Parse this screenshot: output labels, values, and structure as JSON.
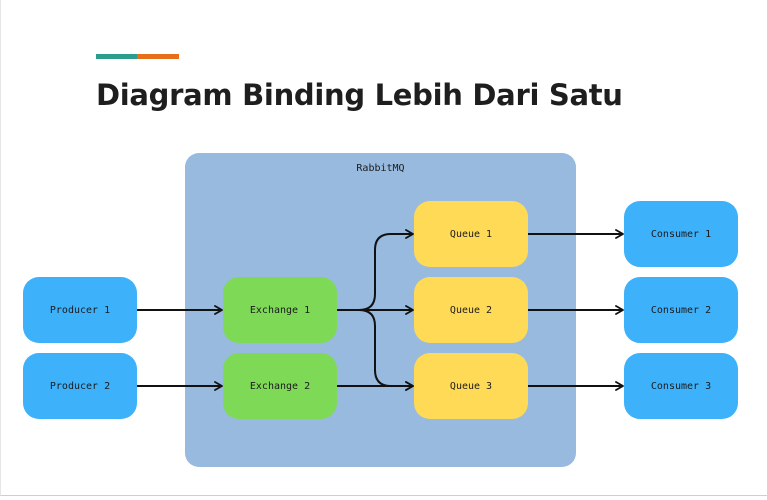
{
  "title": "Diagram Binding Lebih Dari Satu",
  "colors": {
    "accent_teal": "#2a9d8f",
    "accent_orange": "#e76f1c",
    "container": "#98bade",
    "producer_consumer": "#3db2fb",
    "exchange": "#7ed957",
    "queue": "#ffda57"
  },
  "container_label": "RabbitMQ",
  "producers": [
    "Producer 1",
    "Producer 2"
  ],
  "exchanges": [
    "Exchange 1",
    "Exchange 2"
  ],
  "queues": [
    "Queue 1",
    "Queue 2",
    "Queue 3"
  ],
  "consumers": [
    "Consumer 1",
    "Consumer 2",
    "Consumer 3"
  ],
  "edges": [
    {
      "from": "Producer 1",
      "to": "Exchange 1"
    },
    {
      "from": "Producer 2",
      "to": "Exchange 2"
    },
    {
      "from": "Exchange 1",
      "to": "Queue 1"
    },
    {
      "from": "Exchange 1",
      "to": "Queue 2"
    },
    {
      "from": "Exchange 1",
      "to": "Queue 3"
    },
    {
      "from": "Exchange 2",
      "to": "Queue 3"
    },
    {
      "from": "Queue 1",
      "to": "Consumer 1"
    },
    {
      "from": "Queue 2",
      "to": "Consumer 2"
    },
    {
      "from": "Queue 3",
      "to": "Consumer 3"
    }
  ]
}
